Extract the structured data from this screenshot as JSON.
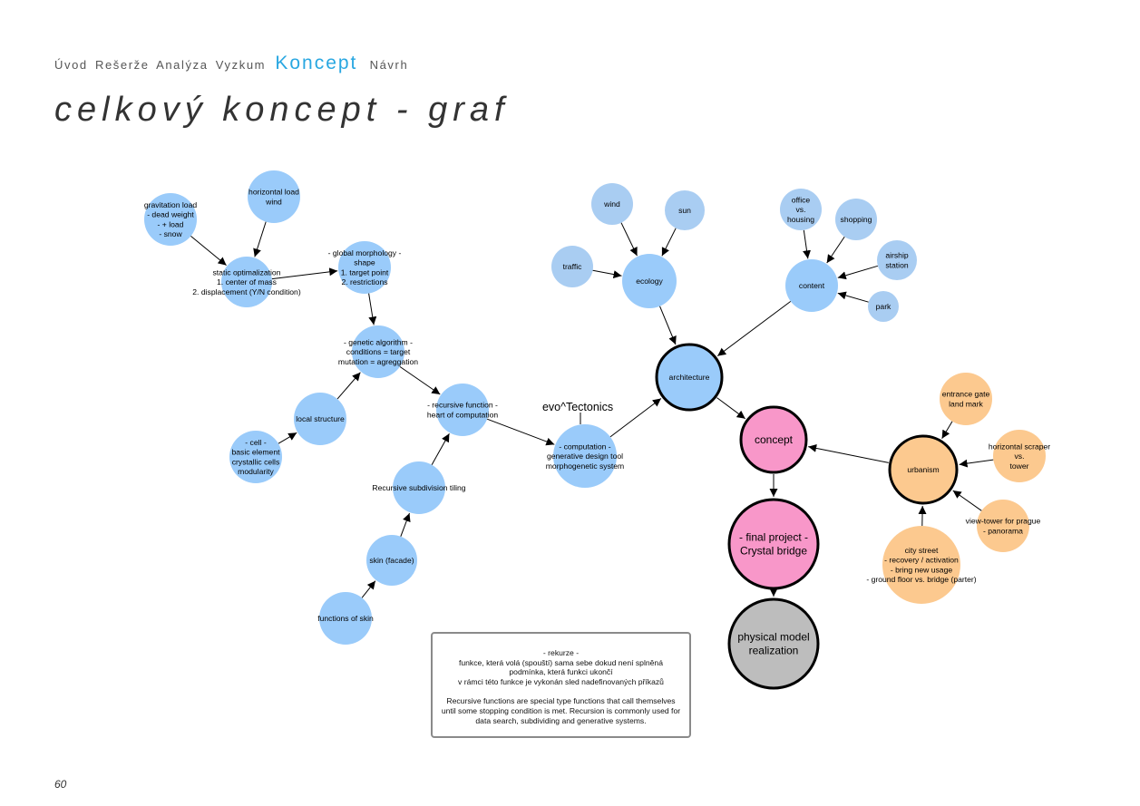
{
  "nav": {
    "items": [
      "Úvod",
      "Rešerže",
      "Analýza",
      "Vyzkum",
      "Koncept",
      "Návrh"
    ],
    "active": "Koncept"
  },
  "title": "celkový koncept - graf",
  "page_number": "60",
  "colors": {
    "blue": "#9acbfa",
    "blue_light": "#a9cdf2",
    "pink": "#f897c9",
    "orange": "#fcc98f",
    "grey": "#bdbdbd",
    "outline": "#000000"
  },
  "nodes": [
    {
      "id": "gravitation",
      "lines": [
        "gravitation load",
        "- dead weight",
        "- + load",
        "- snow"
      ],
      "color": "blue"
    },
    {
      "id": "horizontal",
      "lines": [
        "horizontal load",
        "wind"
      ],
      "color": "blue"
    },
    {
      "id": "static",
      "lines": [
        "static optimalization",
        "1. center of mass",
        "2. displacement (Y/N condition)"
      ],
      "color": "blue"
    },
    {
      "id": "global",
      "lines": [
        "- global morphology -",
        "shape",
        "1. target point",
        "2. restrictions"
      ],
      "color": "blue"
    },
    {
      "id": "genetic",
      "lines": [
        "- genetic algorithm -",
        "conditions = target",
        "mutation = agreggation"
      ],
      "color": "blue"
    },
    {
      "id": "local",
      "lines": [
        "local structure"
      ],
      "color": "blue"
    },
    {
      "id": "cell",
      "lines": [
        "- cell -",
        "basic element",
        "crystallic cells",
        "modularity"
      ],
      "color": "blue"
    },
    {
      "id": "recursive",
      "lines": [
        "- recursive function -",
        "heart of computation"
      ],
      "color": "blue"
    },
    {
      "id": "subdiv",
      "lines": [
        "Recursive subdivision tiling"
      ],
      "color": "blue"
    },
    {
      "id": "skin",
      "lines": [
        "skin (facade)"
      ],
      "color": "blue"
    },
    {
      "id": "funcskin",
      "lines": [
        "functions of skin"
      ],
      "color": "blue"
    },
    {
      "id": "computation",
      "lines": [
        "- computation -",
        "generative  design tool",
        "morphogenetic system"
      ],
      "color": "blue"
    },
    {
      "id": "wind",
      "lines": [
        "wind"
      ],
      "color": "blue_light"
    },
    {
      "id": "sun",
      "lines": [
        "sun"
      ],
      "color": "blue_light"
    },
    {
      "id": "traffic",
      "lines": [
        "traffic"
      ],
      "color": "blue_light"
    },
    {
      "id": "ecology",
      "lines": [
        "ecology"
      ],
      "color": "blue"
    },
    {
      "id": "office",
      "lines": [
        "office",
        "vs.",
        "housing"
      ],
      "color": "blue_light"
    },
    {
      "id": "shopping",
      "lines": [
        "shopping"
      ],
      "color": "blue_light"
    },
    {
      "id": "airship",
      "lines": [
        "airship",
        "station"
      ],
      "color": "blue_light"
    },
    {
      "id": "park",
      "lines": [
        "park"
      ],
      "color": "blue_light"
    },
    {
      "id": "content",
      "lines": [
        "content"
      ],
      "color": "blue"
    },
    {
      "id": "architecture",
      "lines": [
        "architecture"
      ],
      "color": "blue",
      "outlined": true
    },
    {
      "id": "concept",
      "lines": [
        "concept"
      ],
      "color": "pink",
      "outlined": true
    },
    {
      "id": "final",
      "lines": [
        "- final project -",
        "Crystal bridge"
      ],
      "color": "pink",
      "outlined": true
    },
    {
      "id": "physical",
      "lines": [
        "physical model",
        "realization"
      ],
      "color": "grey",
      "outlined": true
    },
    {
      "id": "urbanism",
      "lines": [
        "urbanism"
      ],
      "color": "orange",
      "outlined": true
    },
    {
      "id": "entrance",
      "lines": [
        "entrance gate",
        "land mark"
      ],
      "color": "orange"
    },
    {
      "id": "scraper",
      "lines": [
        "horizontal scraper",
        "vs.",
        "tower"
      ],
      "color": "orange"
    },
    {
      "id": "viewtower",
      "lines": [
        "view-tower for prague",
        "- panorama"
      ],
      "color": "orange"
    },
    {
      "id": "citystreet",
      "lines": [
        "city street",
        "- recovery / activation",
        "- bring new usage",
        "- ground floor vs. bridge (parter)"
      ],
      "color": "orange"
    }
  ],
  "edges": [
    [
      "gravitation",
      "static"
    ],
    [
      "horizontal",
      "static"
    ],
    [
      "static",
      "global"
    ],
    [
      "global",
      "genetic"
    ],
    [
      "local",
      "genetic"
    ],
    [
      "cell",
      "local"
    ],
    [
      "genetic",
      "recursive"
    ],
    [
      "subdiv",
      "recursive"
    ],
    [
      "skin",
      "subdiv"
    ],
    [
      "funcskin",
      "skin"
    ],
    [
      "recursive",
      "computation"
    ],
    [
      "computation",
      "architecture"
    ],
    [
      "wind",
      "ecology"
    ],
    [
      "sun",
      "ecology"
    ],
    [
      "traffic",
      "ecology"
    ],
    [
      "ecology",
      "architecture"
    ],
    [
      "office",
      "content"
    ],
    [
      "shopping",
      "content"
    ],
    [
      "airship",
      "content"
    ],
    [
      "park",
      "content"
    ],
    [
      "content",
      "architecture"
    ],
    [
      "architecture",
      "concept"
    ],
    [
      "urbanism",
      "concept"
    ],
    [
      "concept",
      "final"
    ],
    [
      "final",
      "physical"
    ],
    [
      "entrance",
      "urbanism"
    ],
    [
      "scraper",
      "urbanism"
    ],
    [
      "viewtower",
      "urbanism"
    ],
    [
      "citystreet",
      "urbanism"
    ]
  ],
  "label_tectonics": "evo^Tectonics",
  "note": {
    "czech": "- rekurze -\nfunkce, která volá (spouští) sama sebe dokud není splněná\npodmínka, která funkci ukončí\nv rámci této funkce je vykonán sled nadefinovaných příkazů",
    "english": "Recursive functions are special type functions that call themselves\nuntil some stopping condition is met. Recursion is commonly used for\ndata search, subdividing and generative systems."
  }
}
